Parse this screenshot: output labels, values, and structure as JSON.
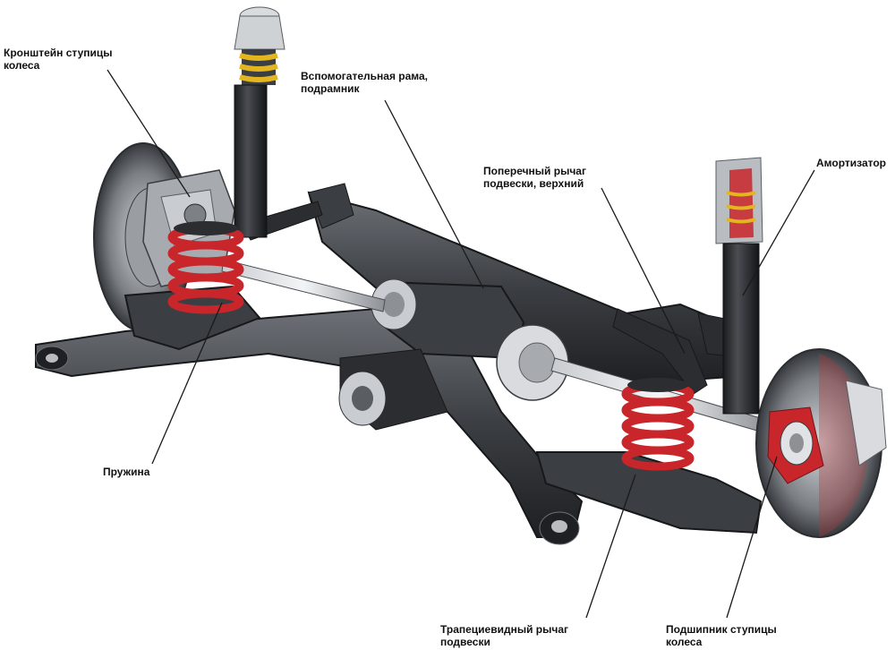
{
  "labels": {
    "hub_bracket": "Кронштейн ступицы\nколеса",
    "subframe": "Вспомогательная рама,\nподрамник",
    "upper_arm": "Поперечный рычаг\nподвески, верхний",
    "shock": "Амортизатор",
    "spring": "Пружина",
    "lower_arm": "Трапециевидный рычаг\nподвески",
    "hub_bearing": "Подшипник ступицы\nколеса"
  },
  "colors": {
    "metal_dark": "#2b2d30",
    "metal_mid": "#5a5e63",
    "metal_light": "#b9bdc2",
    "spring_red": "#c8262a",
    "spring_yellow": "#e3b51e",
    "leader": "#1a1a1a"
  }
}
